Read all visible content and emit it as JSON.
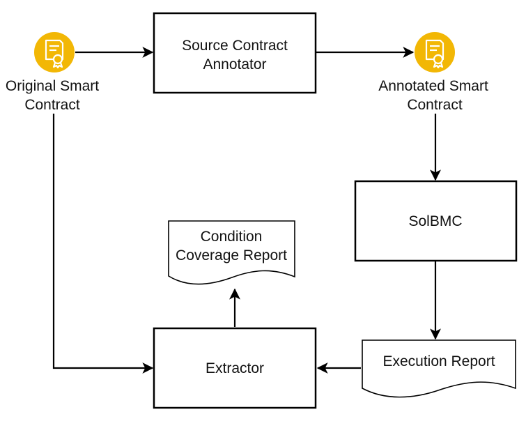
{
  "colors": {
    "icon_circle": "#F2B705",
    "icon_glyph": "#FFFFFF",
    "stroke": "#000000",
    "text": "#111111",
    "background": "#FFFFFF"
  },
  "nodes": {
    "original_contract": {
      "icon": "certificate-icon",
      "label_line1": "Original Smart",
      "label_line2": "Contract"
    },
    "annotator": {
      "label_line1": "Source Contract",
      "label_line2": "Annotator"
    },
    "annotated_contract": {
      "icon": "certificate-icon",
      "label_line1": "Annotated Smart",
      "label_line2": "Contract"
    },
    "solbmc": {
      "label": "SolBMC"
    },
    "execution_report": {
      "shape": "document",
      "label": "Execution Report"
    },
    "extractor": {
      "label": "Extractor"
    },
    "coverage_report": {
      "shape": "document",
      "label_line1": "Condition",
      "label_line2": "Coverage Report"
    }
  },
  "edges": [
    {
      "from": "original_contract",
      "to": "annotator"
    },
    {
      "from": "annotator",
      "to": "annotated_contract"
    },
    {
      "from": "annotated_contract",
      "to": "solbmc"
    },
    {
      "from": "solbmc",
      "to": "execution_report"
    },
    {
      "from": "execution_report",
      "to": "extractor"
    },
    {
      "from": "original_contract",
      "to": "extractor"
    },
    {
      "from": "extractor",
      "to": "coverage_report"
    }
  ]
}
